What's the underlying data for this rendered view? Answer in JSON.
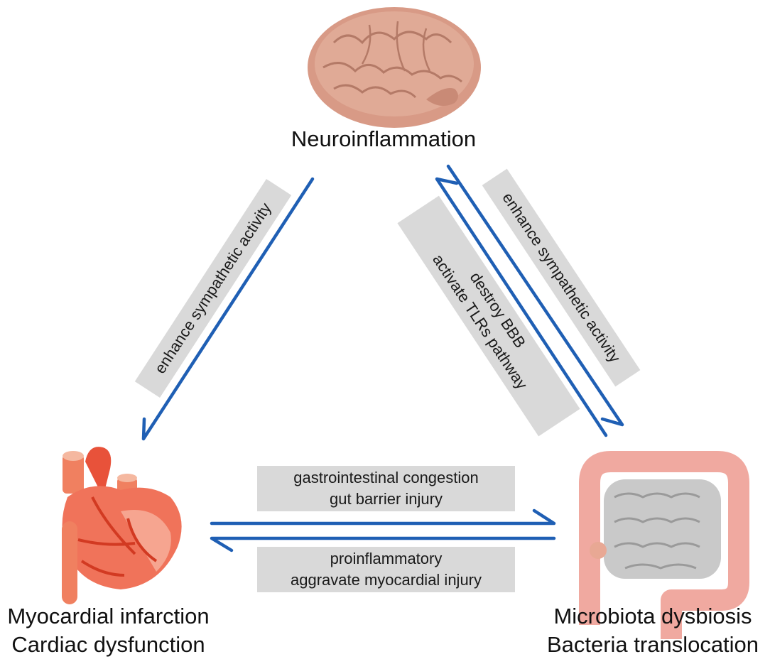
{
  "nodes": {
    "brain": {
      "label": "Neuroinflammation"
    },
    "heart": {
      "line1": "Myocardial infarction",
      "line2": "Cardiac dysfunction"
    },
    "gut": {
      "line1": "Microbiota dysbiosis",
      "line2": "Bacteria translocation"
    }
  },
  "edges": {
    "brain_to_heart": {
      "label": "enhance sympathetic activity"
    },
    "gut_to_brain": {
      "line1": "destroy BBB",
      "line2": "activate TLRs pathway"
    },
    "brain_to_gut": {
      "label": "enhance sympathetic activity"
    },
    "heart_to_gut": {
      "line1": "gastrointestinal congestion",
      "line2": "gut barrier injury"
    },
    "gut_to_heart": {
      "line1": "proinflammatory",
      "line2": "aggravate myocardial injury"
    }
  },
  "colors": {
    "arrow": "#1f5fb4",
    "label_box": "#d9d9d9"
  }
}
